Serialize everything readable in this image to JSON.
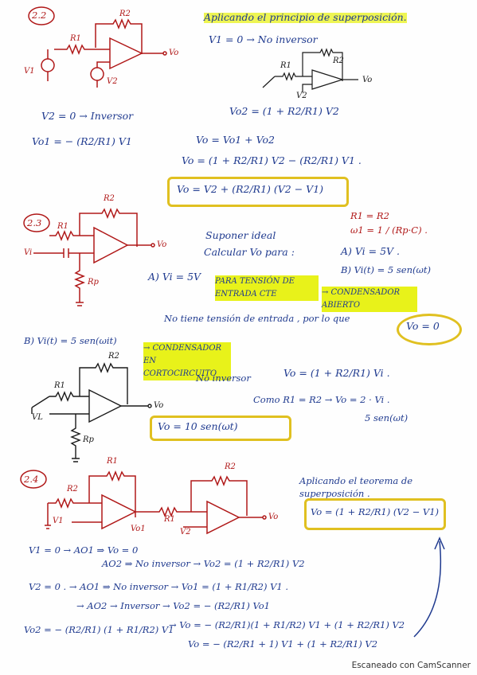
{
  "sections": [
    {
      "id": "2.2",
      "label": "2.2",
      "circuit_labels": [
        "R2",
        "R1",
        "V1",
        "V2",
        "Vo"
      ],
      "lines": [
        "Aplicando el principio de superposición.",
        "V1 = 0  → No inversor",
        "Vo2 = (1 + R2/R1) V2",
        "V2 = 0  → Inversor",
        "Vo1 = − (R2/R1) V1",
        "Vo = Vo1 + Vo2",
        "Vo = (1 + R2/R1) V2 − (R2/R1) V1 .",
        "Vo = V2 + (R2/R1) (V2 − V1)"
      ]
    },
    {
      "id": "2.3",
      "label": "2.3",
      "circuit_labels": [
        "R2",
        "R1",
        "Vi",
        "Rp",
        "Vo"
      ],
      "lines": [
        "Suponer ideal",
        "Calcular Vo para :",
        "A) Vi = 5V .",
        "B) Vi(t) = 5 sen(ωt)",
        "R1 = R2",
        "ω1 = 1 / (Rp·C) .",
        "A) Vi = 5V",
        "PARA TENSIÓN DE ENTRADA CTE",
        "→ CONDENSADOR ABIERTO",
        "No tiene tensión de entrada , por lo que",
        "Vo = 0"
      ]
    },
    {
      "id": "2.3B",
      "circuit_labels": [
        "R2",
        "R1",
        "VL",
        "Rp",
        "Vo"
      ],
      "lines": [
        "B) Vi(t) = 5 sen(ωit)",
        "→ CONDENSADOR EN CORTOCIRCUITO",
        "No inversor",
        "Vo = (1 + R2/R1) Vi .",
        "Como R1 = R2  → Vo = 2 · Vi .",
        "5 sen(ωt)",
        "Vo = 10 sen(ωt)"
      ]
    },
    {
      "id": "2.4",
      "label": "2.4",
      "circuit_labels": [
        "R1",
        "R2",
        "V1",
        "Vo1",
        "R1",
        "R2",
        "V2",
        "Vo"
      ],
      "lines": [
        "Aplicando el teorema de superposición .",
        "Vo = (1 + R2/R1) (V2 − V1)",
        "V1 = 0  → AO1 ⇒ Vo = 0",
        "AO2 ⇒ No inversor  → Vo2 = (1 + R2/R1) V2",
        "V2 = 0 .  → AO1 ⇒ No inversor  → Vo1 = (1 + R1/R2) V1 .",
        "→ AO2 → Inversor  → Vo2 = − (R2/R1) Vo1",
        "Vo2 = − (R2/R1) (1 + R1/R2) V1",
        "→ Vo = − (R2/R1)(1 + R1/R2) V1 + (1 + R2/R1) V2",
        "Vo = − (R2/R1 + 1) V1 + (1 + R2/R1) V2"
      ]
    }
  ],
  "footer": "Escaneado con CamScanner"
}
